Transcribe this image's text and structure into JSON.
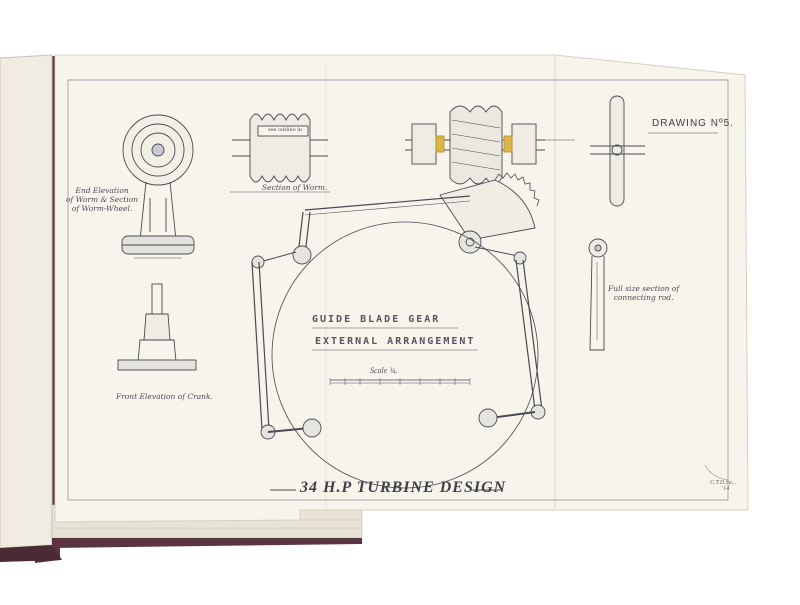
{
  "drawing": {
    "drawing_number": "DRAWING Nº5.",
    "labels": {
      "end_elevation": [
        "End Elevation",
        "of Worm & Section",
        "of Worm-Wheel."
      ],
      "section_of_worm": "Section of Worm.",
      "worm_inner_text": "see outline in",
      "front_elevation_crank": "Front Elevation of Crank.",
      "full_size_section": [
        "Full size section of",
        "connecting rod."
      ],
      "main_title_line1": "GUIDE BLADE GEAR",
      "main_title_line2": "EXTERNAL ARRANGEMENT",
      "scale": "Scale ¾.",
      "design_title": "34 H.P TURBINE DESIGN",
      "signature": [
        "C.T.D.Sa...",
        "'14"
      ]
    },
    "colors": {
      "paper": "#f7f4ec",
      "ink": "#4a4a52",
      "brass": "#d9b54a",
      "book_cover": "#5a3440"
    }
  }
}
